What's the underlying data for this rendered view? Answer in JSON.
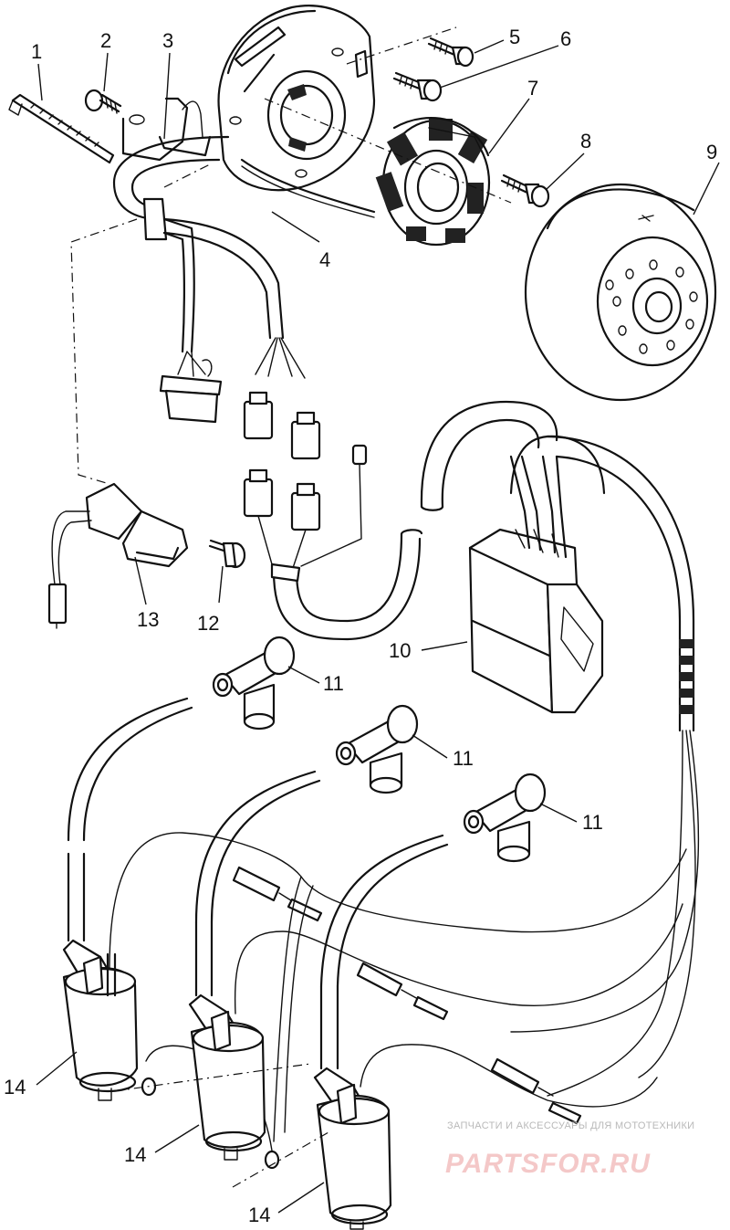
{
  "diagram": {
    "callouts": [
      {
        "id": "c1",
        "label": "1"
      },
      {
        "id": "c2",
        "label": "2"
      },
      {
        "id": "c3",
        "label": "3"
      },
      {
        "id": "c4",
        "label": "4"
      },
      {
        "id": "c5",
        "label": "5"
      },
      {
        "id": "c6",
        "label": "6"
      },
      {
        "id": "c7",
        "label": "7"
      },
      {
        "id": "c8",
        "label": "8"
      },
      {
        "id": "c9",
        "label": "9"
      },
      {
        "id": "c10",
        "label": "10"
      },
      {
        "id": "c11a",
        "label": "11"
      },
      {
        "id": "c11b",
        "label": "11"
      },
      {
        "id": "c11c",
        "label": "11"
      },
      {
        "id": "c12",
        "label": "12"
      },
      {
        "id": "c13",
        "label": "13"
      },
      {
        "id": "c14a",
        "label": "14"
      },
      {
        "id": "c14b",
        "label": "14"
      },
      {
        "id": "c14c",
        "label": "14"
      }
    ]
  },
  "watermark": {
    "tagline": "ЗАПЧАСТИ И АКСЕССУАРЫ ДЛЯ МОТОТЕХНИКИ",
    "logo": "PARTSFOR.RU",
    "logo_color": "#f4c8c8",
    "tagline_color": "#b9b9b9"
  }
}
